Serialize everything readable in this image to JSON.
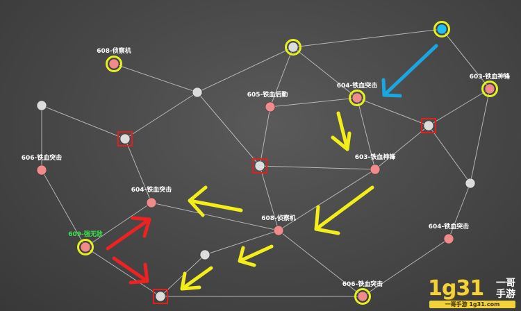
{
  "colors": {
    "node_enemy": "#f08b8b",
    "node_neutral": "#dcdcdc",
    "node_blue": "#1ec0f0",
    "ring_yellow": "#e6f01e",
    "square_red": "#e02020",
    "arrow_yellow": "#f3ee1a",
    "arrow_blue": "#1aa6e0",
    "arrow_red": "#ee2222"
  },
  "nodes": [
    {
      "id": "n_blue",
      "label": "",
      "type": "blue",
      "ring": true,
      "square": false
    },
    {
      "id": "n_w608",
      "label": "608-侦察机",
      "type": "enemy",
      "ring": true,
      "square": false
    },
    {
      "id": "n_top",
      "label": "",
      "type": "neutral",
      "ring": true,
      "square": false
    },
    {
      "id": "n_605",
      "label": "605-铁血后勤",
      "type": "enemy",
      "ring": false,
      "square": false
    },
    {
      "id": "n_604a",
      "label": "604-铁血突击",
      "type": "enemy",
      "ring": true,
      "square": false
    },
    {
      "id": "n_603a",
      "label": "603-铁血神锋",
      "type": "enemy",
      "ring": true,
      "square": false
    },
    {
      "id": "n_w1",
      "label": "",
      "type": "neutral",
      "ring": false,
      "square": false
    },
    {
      "id": "n_c1",
      "label": "",
      "type": "neutral",
      "ring": false,
      "square": false
    },
    {
      "id": "n_sq1",
      "label": "",
      "type": "neutral",
      "ring": false,
      "square": true
    },
    {
      "id": "n_sq2",
      "label": "",
      "type": "neutral",
      "ring": false,
      "square": true
    },
    {
      "id": "n_sq3",
      "label": "",
      "type": "neutral",
      "ring": false,
      "square": true
    },
    {
      "id": "n_603b",
      "label": "603-铁血神锋",
      "type": "enemy",
      "ring": false,
      "square": false
    },
    {
      "id": "n_606a",
      "label": "606-铁血突击",
      "type": "enemy",
      "ring": false,
      "square": false
    },
    {
      "id": "n_604b",
      "label": "604-铁血突击",
      "type": "enemy",
      "ring": false,
      "square": false
    },
    {
      "id": "n_r1",
      "label": "",
      "type": "neutral",
      "ring": false,
      "square": false
    },
    {
      "id": "n_608b",
      "label": "608-侦察机",
      "type": "enemy",
      "ring": false,
      "square": false
    },
    {
      "id": "n_604c",
      "label": "604-铁血突击",
      "type": "enemy",
      "ring": false,
      "square": false
    },
    {
      "id": "n_609",
      "label": "609-强无敌",
      "type": "enemy",
      "ring": true,
      "square": false,
      "label_green": true
    },
    {
      "id": "n_b1",
      "label": "",
      "type": "neutral",
      "ring": false,
      "square": false
    },
    {
      "id": "n_sq4",
      "label": "",
      "type": "neutral",
      "ring": false,
      "square": true
    },
    {
      "id": "n_606b",
      "label": "606-铁血突击",
      "type": "enemy",
      "ring": true,
      "square": false
    }
  ],
  "edges": [
    [
      "n_blue",
      "n_top"
    ],
    [
      "n_blue",
      "n_603a"
    ],
    [
      "n_top",
      "n_c1"
    ],
    [
      "n_top",
      "n_605"
    ],
    [
      "n_top",
      "n_604a"
    ],
    [
      "n_w608",
      "n_c1"
    ],
    [
      "n_w1",
      "n_sq1"
    ],
    [
      "n_w1",
      "n_606a"
    ],
    [
      "n_c1",
      "n_sq1"
    ],
    [
      "n_c1",
      "n_sq2"
    ],
    [
      "n_605",
      "n_604a"
    ],
    [
      "n_605",
      "n_sq2"
    ],
    [
      "n_604a",
      "n_sq3"
    ],
    [
      "n_604a",
      "n_603b"
    ],
    [
      "n_603a",
      "n_sq3"
    ],
    [
      "n_603a",
      "n_r1"
    ],
    [
      "n_sq3",
      "n_603b"
    ],
    [
      "n_sq3",
      "n_r1"
    ],
    [
      "n_sq1",
      "n_604b"
    ],
    [
      "n_sq2",
      "n_603b"
    ],
    [
      "n_sq2",
      "n_608b"
    ],
    [
      "n_603b",
      "n_608b"
    ],
    [
      "n_604b",
      "n_608b"
    ],
    [
      "n_604b",
      "n_609"
    ],
    [
      "n_606a",
      "n_609"
    ],
    [
      "n_609",
      "n_sq4"
    ],
    [
      "n_608b",
      "n_b1"
    ],
    [
      "n_608b",
      "n_606b"
    ],
    [
      "n_b1",
      "n_sq4"
    ],
    [
      "n_sq4",
      "n_606b"
    ],
    [
      "n_r1",
      "n_604c"
    ],
    [
      "n_604c",
      "n_606b"
    ]
  ],
  "arrows": [
    {
      "color": "blue",
      "dir": "to-604a"
    },
    {
      "color": "yellow",
      "dir": "down-to-603b"
    },
    {
      "color": "yellow",
      "dir": "left-to-604b"
    },
    {
      "color": "yellow",
      "dir": "down-left-to-608b"
    },
    {
      "color": "yellow",
      "dir": "down-left-to-b1"
    },
    {
      "color": "yellow",
      "dir": "down-left-to-sq4"
    },
    {
      "color": "red",
      "dir": "up-right-from-609"
    },
    {
      "color": "red",
      "dir": "down-right-to-sq4"
    }
  ],
  "logo": {
    "number": "1g31",
    "title_line1": "一哥",
    "title_line2": "手游",
    "site": "一哥手游 1g31.com"
  }
}
